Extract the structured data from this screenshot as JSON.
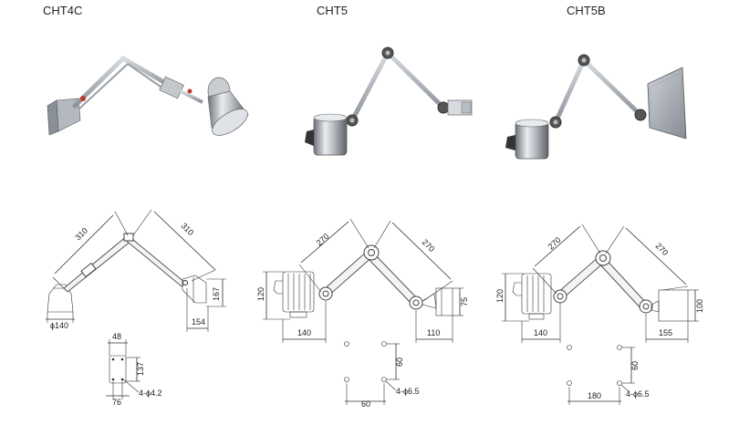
{
  "titles": {
    "cht4c": "CHT4C",
    "cht5": "CHT5",
    "cht5b": "CHT5B"
  },
  "cht4c": {
    "arm1": "310",
    "arm2": "310",
    "height": "167",
    "depth": "154",
    "diameter": "ϕ140",
    "base_width": "48",
    "base_height": "137",
    "base_spacing": "76",
    "holes": "4-ϕ4.2"
  },
  "cht5": {
    "arm1": "270",
    "arm2": "270",
    "height": "120",
    "head_width": "140",
    "depth": "110",
    "right_height": "75",
    "hole_v": "60",
    "hole_h": "60",
    "holes": "4-ϕ6.5"
  },
  "cht5b": {
    "arm1": "270",
    "arm2": "270",
    "height": "120",
    "head_width": "140",
    "depth": "155",
    "right_height": "100",
    "hole_v": "60",
    "hole_h": "180",
    "holes": "4-ϕ6.5"
  }
}
